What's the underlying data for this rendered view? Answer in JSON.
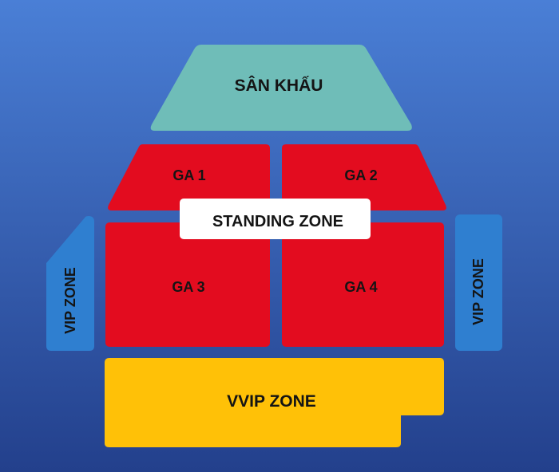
{
  "stage": {
    "label": "SÂN KHẤU"
  },
  "zones": {
    "ga1": {
      "label": "GA 1"
    },
    "ga2": {
      "label": "GA 2"
    },
    "ga3": {
      "label": "GA 3"
    },
    "ga4": {
      "label": "GA 4"
    },
    "standing": {
      "label": "STANDING ZONE"
    },
    "vip_left": {
      "label": "VIP ZONE"
    },
    "vip_right": {
      "label": "VIP ZONE"
    },
    "vvip": {
      "label": "VVIP ZONE"
    }
  },
  "colors": {
    "background_top": "#4a7fd6",
    "background_bottom": "#23408c",
    "stage": "#6fbdb8",
    "ga": "#e30c1f",
    "standing_box": "#ffffff",
    "vip": "#2f7fd0",
    "vvip": "#ffc107"
  }
}
